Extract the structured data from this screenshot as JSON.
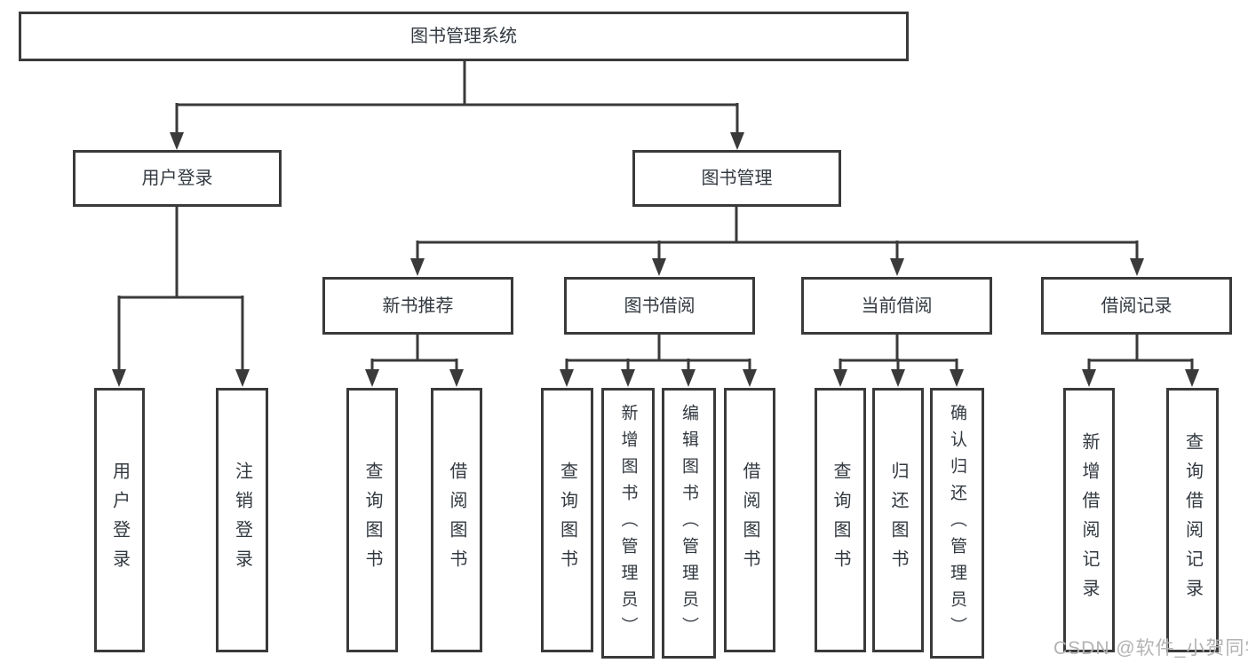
{
  "diagram": {
    "title": "图书管理系统",
    "watermark": "CSDN @软件_小贺同学",
    "colors": {
      "line": "#3a3a3a",
      "box_border": "#3a3a3a",
      "text": "#333940",
      "watermark": "#b3b3b3",
      "background": "#ffffff"
    },
    "tree": {
      "label": "图书管理系统",
      "children": [
        {
          "label": "用户登录",
          "children": [
            {
              "label": "用户登录"
            },
            {
              "label": "注销登录"
            }
          ]
        },
        {
          "label": "图书管理",
          "children": [
            {
              "label": "新书推荐",
              "children": [
                {
                  "label": "查询图书"
                },
                {
                  "label": "借阅图书"
                }
              ]
            },
            {
              "label": "图书借阅",
              "children": [
                {
                  "label": "查询图书"
                },
                {
                  "label": "新增图书（管理员）"
                },
                {
                  "label": "编辑图书（管理员）"
                },
                {
                  "label": "借阅图书"
                }
              ]
            },
            {
              "label": "当前借阅",
              "children": [
                {
                  "label": "查询图书"
                },
                {
                  "label": "归还图书"
                },
                {
                  "label": "确认归还（管理员）"
                }
              ]
            },
            {
              "label": "借阅记录",
              "children": [
                {
                  "label": "新增借阅记录"
                },
                {
                  "label": "查询借阅记录"
                }
              ]
            }
          ]
        }
      ]
    }
  }
}
